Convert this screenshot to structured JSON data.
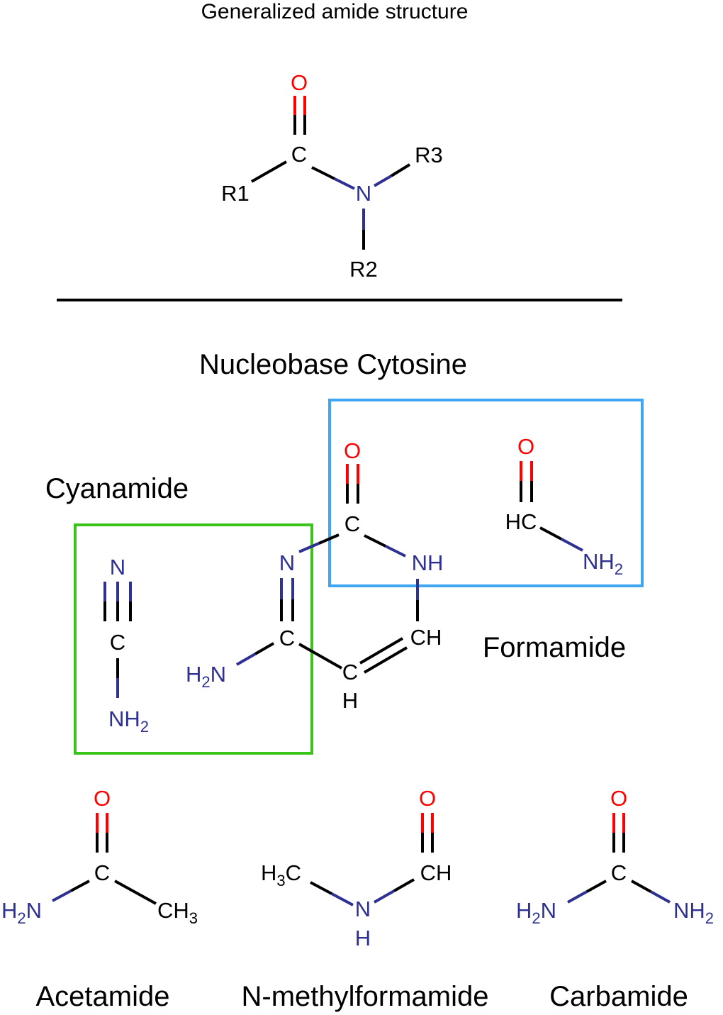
{
  "colors": {
    "carbon": "#000000",
    "nitrogen": "#2e3192",
    "oxygen": "#ff0000",
    "green_box": "#39c419",
    "blue_box": "#3fa6f5"
  },
  "titles": {
    "general": "Generalized amide structure",
    "cytosine": "Nucleobase Cytosine",
    "cyanamide": "Cyanamide",
    "formamide": "Formamide",
    "acetamide": "Acetamide",
    "nmf": "N-methylformamide",
    "carbamide": "Carbamide"
  },
  "atoms": {
    "O": "O",
    "C": "C",
    "N": "N",
    "H": "H",
    "NH": "NH",
    "CH": "CH",
    "HC": "HC",
    "NH_part": "NH",
    "H_part": "H",
    "N_part": "N",
    "C_part": "C",
    "H3_part": "H",
    "CH_part": "CH",
    "sub2": "2",
    "sub3": "3",
    "R1": "R1",
    "R2": "R2",
    "R3": "R3"
  }
}
